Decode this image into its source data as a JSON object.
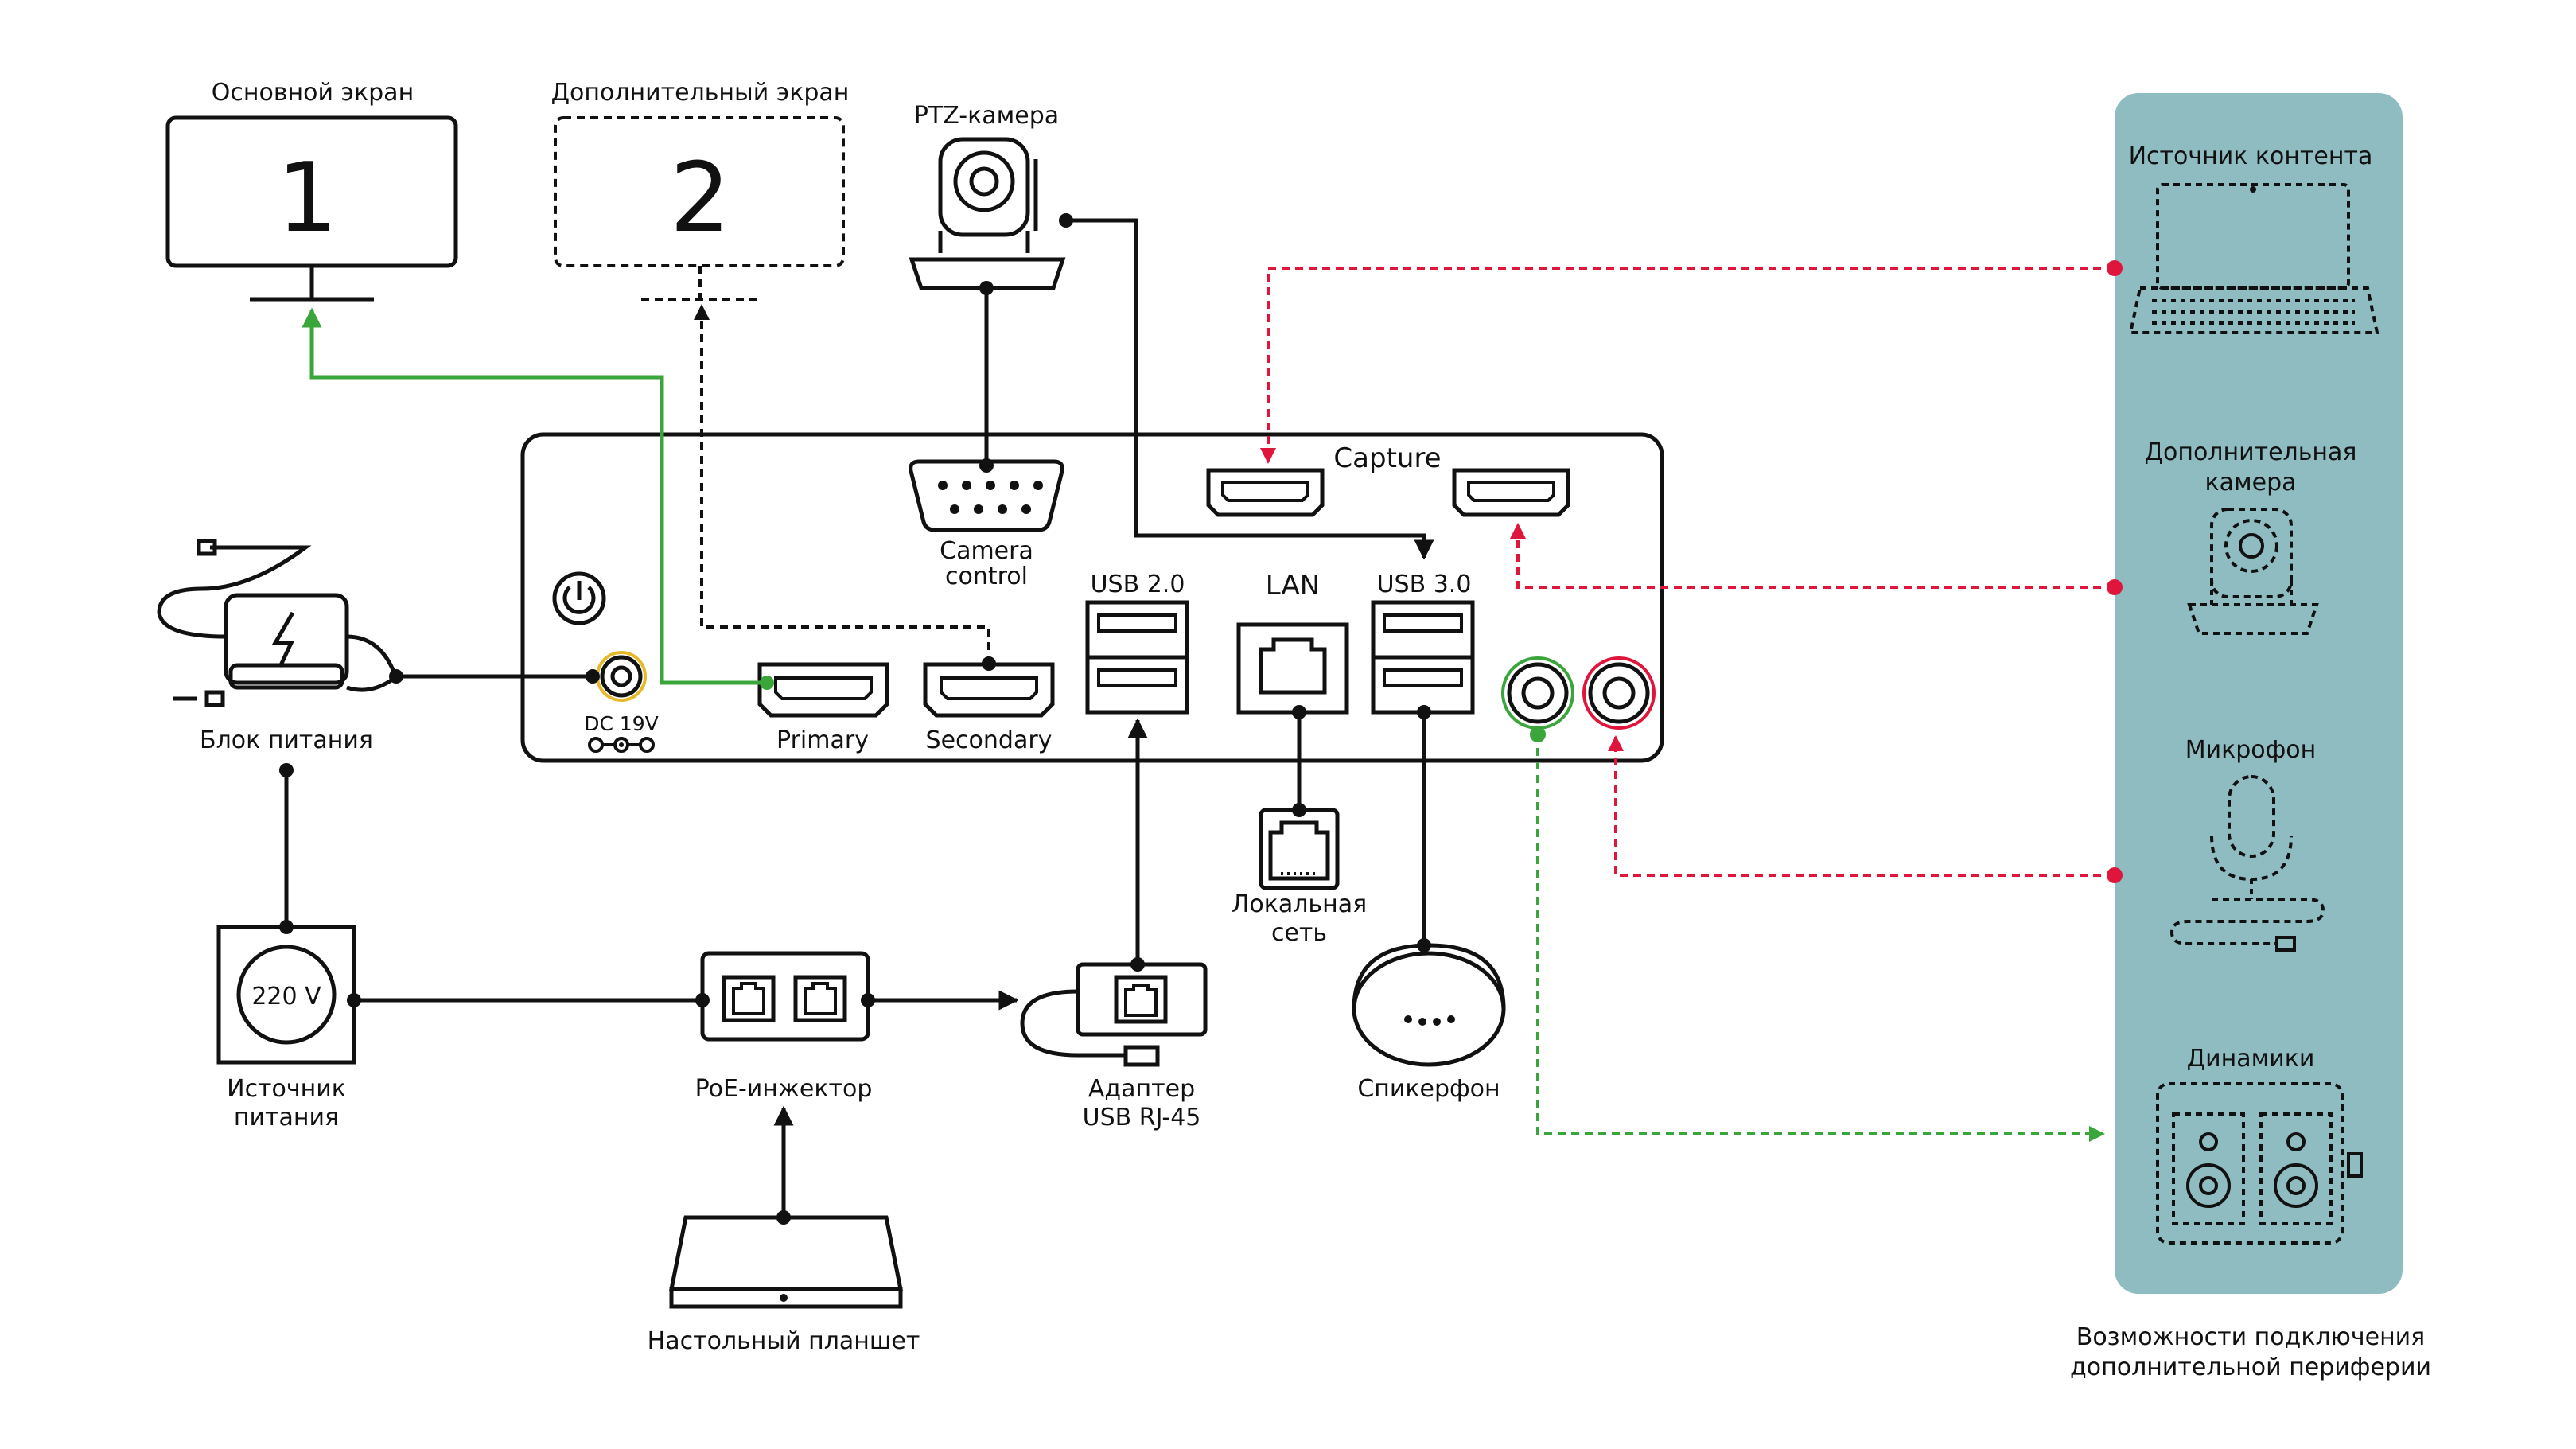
{
  "labels": {
    "main_screen": "Основной экран",
    "main_screen_num": "1",
    "second_screen": "Дополнительный экран",
    "second_screen_num": "2",
    "ptz_camera": "PTZ-камера",
    "power_unit": "Блок питания",
    "capture": "Capture",
    "camera_control_1": "Camera",
    "camera_control_2": "control",
    "usb2": "USB 2.0",
    "lan": "LAN",
    "usb3": "USB 3.0",
    "dc": "DC 19V",
    "primary": "Primary",
    "secondary": "Secondary",
    "local_net_1": "Локальная",
    "local_net_2": "сеть",
    "outlet_value": "220 V",
    "power_source_1": "Источник",
    "power_source_2": "питания",
    "poe_injector": "PoE-инжектор",
    "adapter_1": "Адаптер",
    "adapter_2": "USB RJ-45",
    "speakerphone": "Спикерфон",
    "tablet": "Настольный планшет"
  },
  "peripherals": {
    "content_source": "Источник контента",
    "extra_camera_1": "Дополнительная",
    "extra_camera_2": "камера",
    "microphone": "Микрофон",
    "speakers": "Динамики",
    "caption_1": "Возможности подключения",
    "caption_2": "дополнительной периферии"
  },
  "colors": {
    "panel": "#8fbcc1",
    "green": "#3aa53a",
    "red": "#e0153c"
  }
}
